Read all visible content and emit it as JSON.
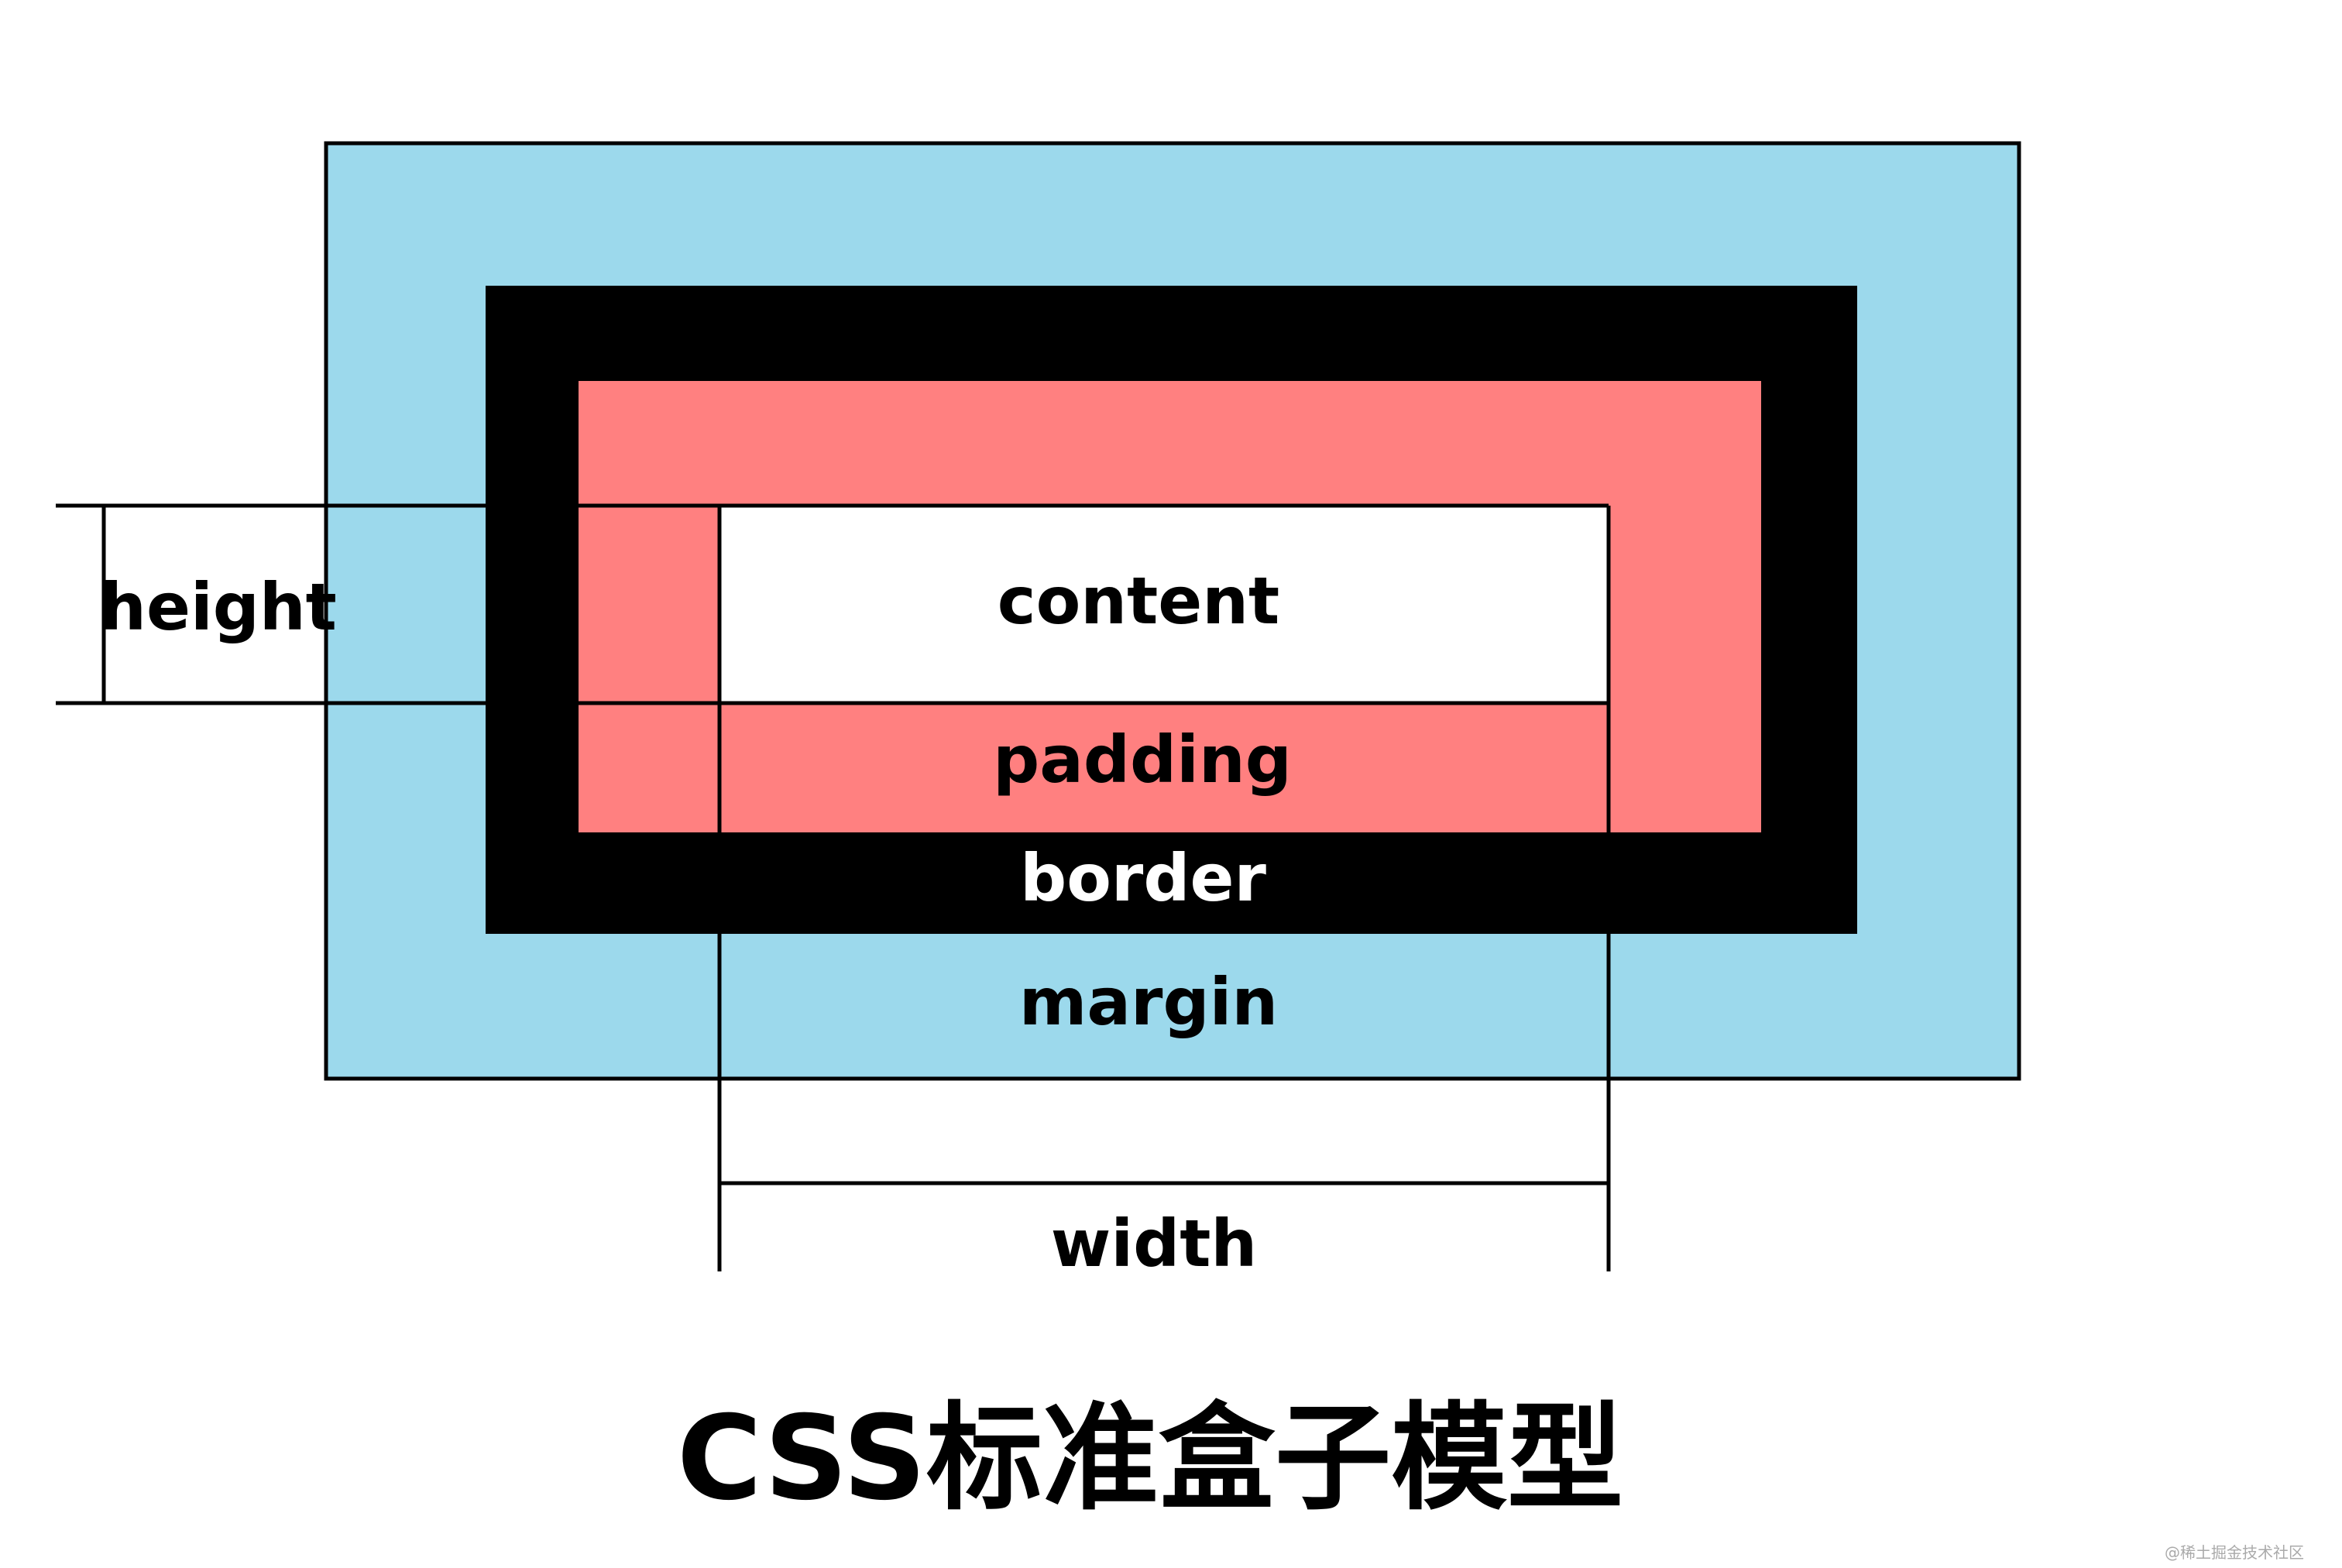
{
  "diagram": {
    "labels": {
      "content": "content",
      "padding": "padding",
      "border": "border",
      "margin": "margin",
      "height": "height",
      "width": "width"
    },
    "title": "CSS标准盒子模型",
    "watermark": "@稀土掘金技术社区"
  },
  "colors": {
    "margin": "#9cd9ec",
    "border": "#000000",
    "padding": "#ff8080",
    "content": "#ffffff",
    "lines": "#000000",
    "border_label": "#ffffff",
    "text": "#000000",
    "watermark": "#aaaaaa"
  }
}
